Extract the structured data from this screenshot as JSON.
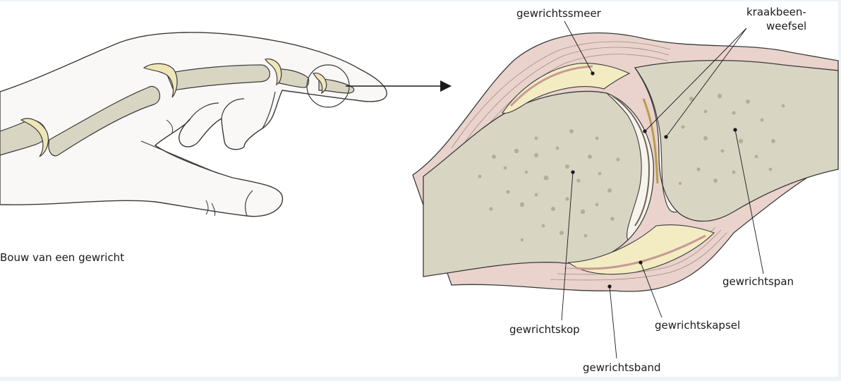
{
  "figure": {
    "caption": "Bouw van een gewricht"
  },
  "labels": {
    "gewrichtssmeer": "gewrichtssmeer",
    "kraakbeen_line1": "kraakbeen-",
    "kraakbeen_line2": "weefsel",
    "gewrichtspan": "gewrichtspan",
    "gewrichtskop": "gewrichtskop",
    "gewrichtskapsel": "gewrichtskapsel",
    "gewrichtsband": "gewrichtsband"
  },
  "colors": {
    "bone": "#d8d5c3",
    "bone_dots": "#b3ae96",
    "cartilage": "#f6f2ea",
    "synovial_fluid": "#f3ecc3",
    "capsule": "#dfc2b9",
    "capsule_dark": "#c89a93",
    "skin": "#faf7f6",
    "outline": "#3a3a3a"
  }
}
